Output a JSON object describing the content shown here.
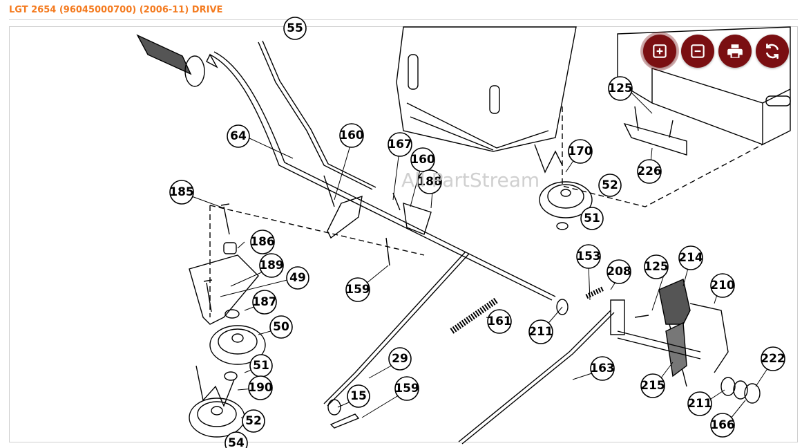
{
  "page": {
    "title": "LGT 2654 (96045000700) (2006-11) DRIVE"
  },
  "viewer": {
    "watermark": "All PartStream",
    "toolbar": [
      {
        "name": "zoom-in",
        "icon": "plus-square-icon"
      },
      {
        "name": "zoom-out",
        "icon": "minus-square-icon"
      },
      {
        "name": "print",
        "icon": "printer-icon"
      },
      {
        "name": "reset",
        "icon": "refresh-icon"
      }
    ],
    "accent_color": "#7a0f12",
    "title_color": "#f47b20"
  },
  "callouts": [
    "55",
    "64",
    "160",
    "167",
    "160",
    "188",
    "170",
    "52",
    "51",
    "125",
    "226",
    "185",
    "186",
    "189",
    "49",
    "187",
    "159",
    "50",
    "51",
    "190",
    "52",
    "54",
    "161",
    "153",
    "208",
    "125",
    "214",
    "210",
    "211",
    "29",
    "163",
    "15",
    "159",
    "215",
    "222",
    "211",
    "166"
  ]
}
